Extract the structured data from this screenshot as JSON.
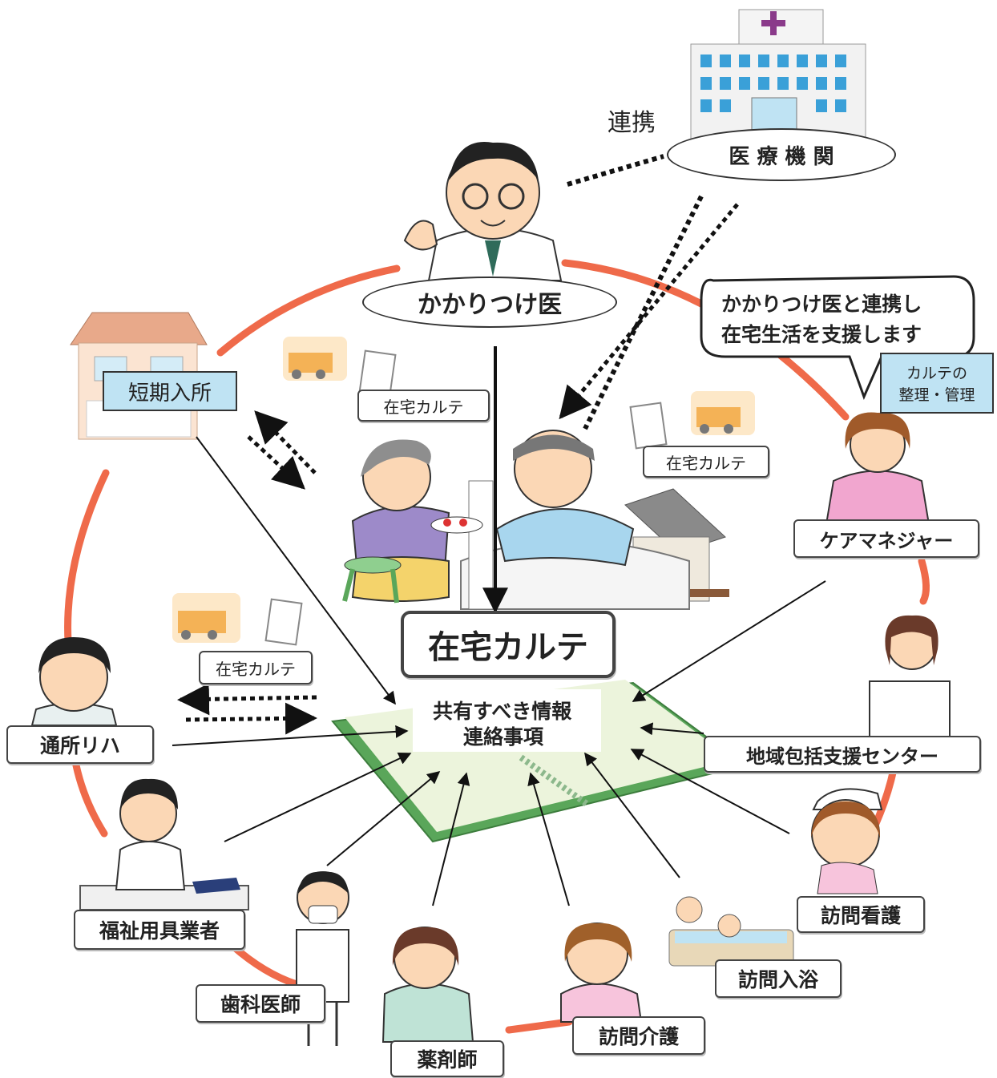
{
  "center": {
    "title": "在宅カルテ",
    "info_line1": "共有すべき情報",
    "info_line2": "連絡事項"
  },
  "medical_institution": {
    "label": "医 療 機 関",
    "link_label": "連携"
  },
  "primary_doctor": {
    "label": "かかりつけ医"
  },
  "speech_bubble": {
    "line1": "かかりつけ医と連携し",
    "line2": "在宅生活を支援します"
  },
  "care_note": {
    "line1": "カルテの",
    "line2": "整理・管理"
  },
  "karte_tags": {
    "label": "在宅カルテ"
  },
  "roles": {
    "short_stay": "短期入所",
    "care_manager": "ケアマネジャー",
    "day_rehab": "通所リハ",
    "regional_center": "地域包括支援センター",
    "welfare_equipment": "福祉用具業者",
    "dentist": "歯科医師",
    "pharmacist": "薬剤師",
    "home_care": "訪問介護",
    "home_bathing": "訪問入浴",
    "home_nursing": "訪問看護"
  },
  "colors": {
    "network_ring": "#ef6a4a",
    "notebook_green": "#5aa65a",
    "label_blue": "#bfe3f3",
    "hospital_window": "#3aa0d8",
    "hospital_cross": "#8a3a8a"
  }
}
